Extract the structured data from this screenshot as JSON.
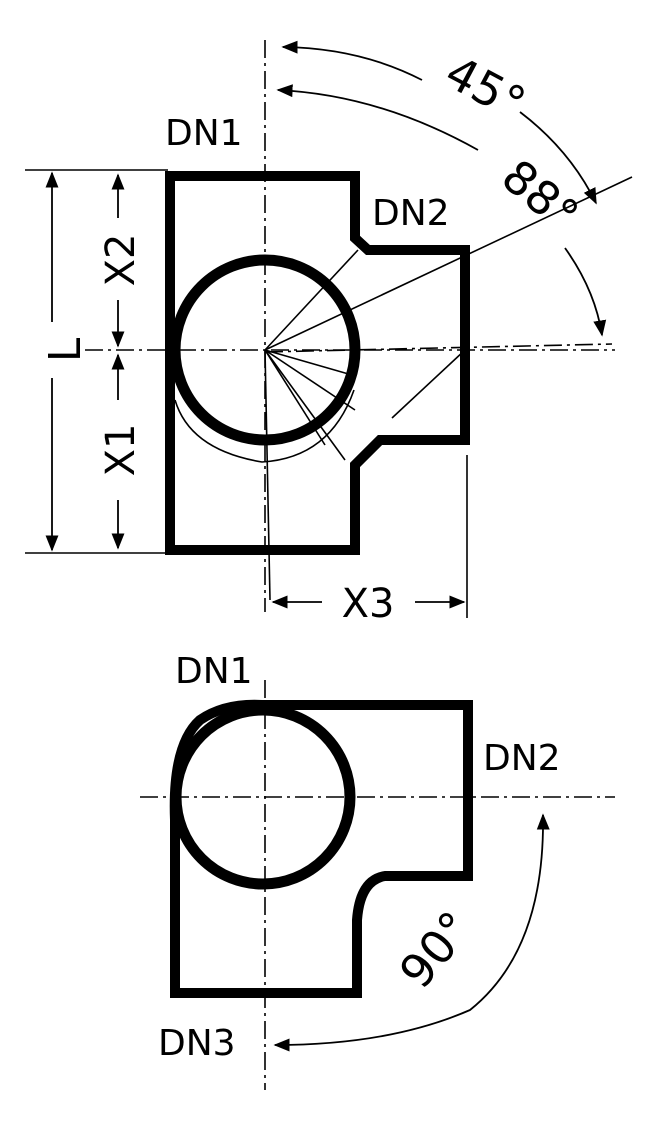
{
  "colors": {
    "ink": "#000000",
    "background": "#ffffff"
  },
  "top_view": {
    "dn1": "DN1",
    "dn2": "DN2",
    "angle_45": "45°",
    "angle_88": "88°",
    "dim_l": "L",
    "dim_x1": "X1",
    "dim_x2": "X2",
    "dim_x3": "X3"
  },
  "bottom_view": {
    "dn1": "DN1",
    "dn2": "DN2",
    "dn3": "DN3",
    "angle_90": "90°"
  }
}
